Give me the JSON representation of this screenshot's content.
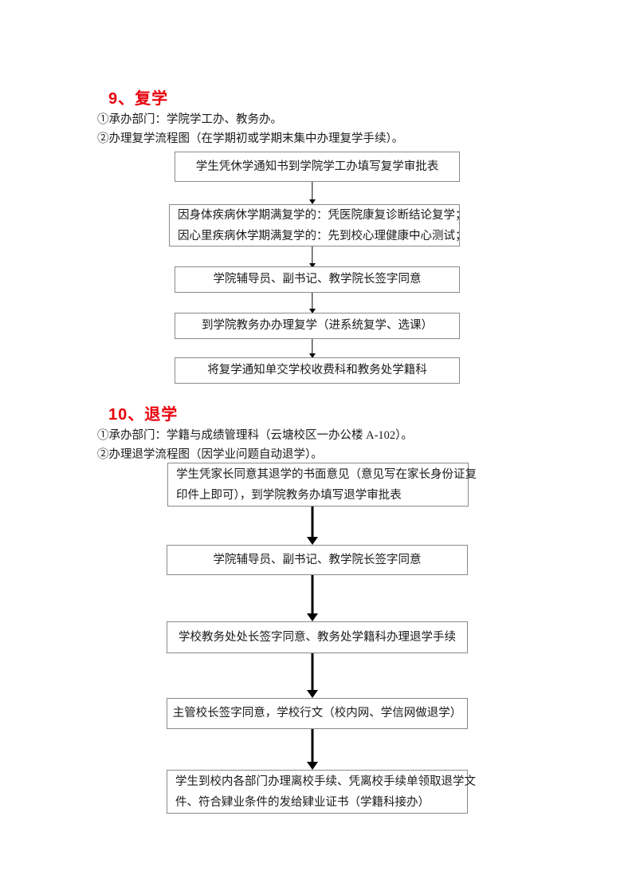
{
  "document": {
    "accent_color": "#e8000d",
    "box_border_color": "#8a8a8a",
    "text_color": "#1a1a1a"
  },
  "sections": [
    {
      "heading": "9、复学",
      "lines": [
        "①承办部门：学院学工办、教务办。",
        "②办理复学流程图（在学期初或学期末集中办理复学手续）。"
      ],
      "flow": {
        "arrow_style": "thin",
        "steps": [
          {
            "lines": [
              "学生凭休学通知书到学院学工办填写复学审批表"
            ],
            "align": "center"
          },
          {
            "lines": [
              "因身体疾病休学期满复学的：凭医院康复诊断结论复学；",
              "因心里疾病休学期满复学的：先到校心理健康中心测试；"
            ],
            "align": "left"
          },
          {
            "lines": [
              "学院辅导员、副书记、教学院长签字同意"
            ],
            "align": "center"
          },
          {
            "lines": [
              "到学院教务办办理复学（进系统复学、选课）"
            ],
            "align": "center"
          },
          {
            "lines": [
              "将复学通知单交学校收费科和教务处学籍科"
            ],
            "align": "center"
          }
        ]
      }
    },
    {
      "heading": "10、退学",
      "lines": [
        "①承办部门：学籍与成绩管理科（云塘校区一办公楼 A-102）。",
        "②办理退学流程图（因学业问题自动退学）。"
      ],
      "flow": {
        "arrow_style": "thick",
        "steps": [
          {
            "lines": [
              "学生凭家长同意其退学的书面意见（意见写在家长身份证复",
              "印件上即可），到学院教务办填写退学审批表"
            ],
            "align": "left"
          },
          {
            "lines": [
              "学院辅导员、副书记、教学院长签字同意"
            ],
            "align": "center"
          },
          {
            "lines": [
              "学校教务处处长签字同意、教务处学籍科办理退学手续"
            ],
            "align": "center"
          },
          {
            "lines": [
              "主管校长签字同意，学校行文（校内网、学信网做退学）"
            ],
            "align": "center"
          },
          {
            "lines": [
              "学生到校内各部门办理离校手续、凭离校手续单领取退学文",
              "件、符合肄业条件的发给肄业证书（学籍科接办）"
            ],
            "align": "left"
          }
        ]
      }
    }
  ]
}
